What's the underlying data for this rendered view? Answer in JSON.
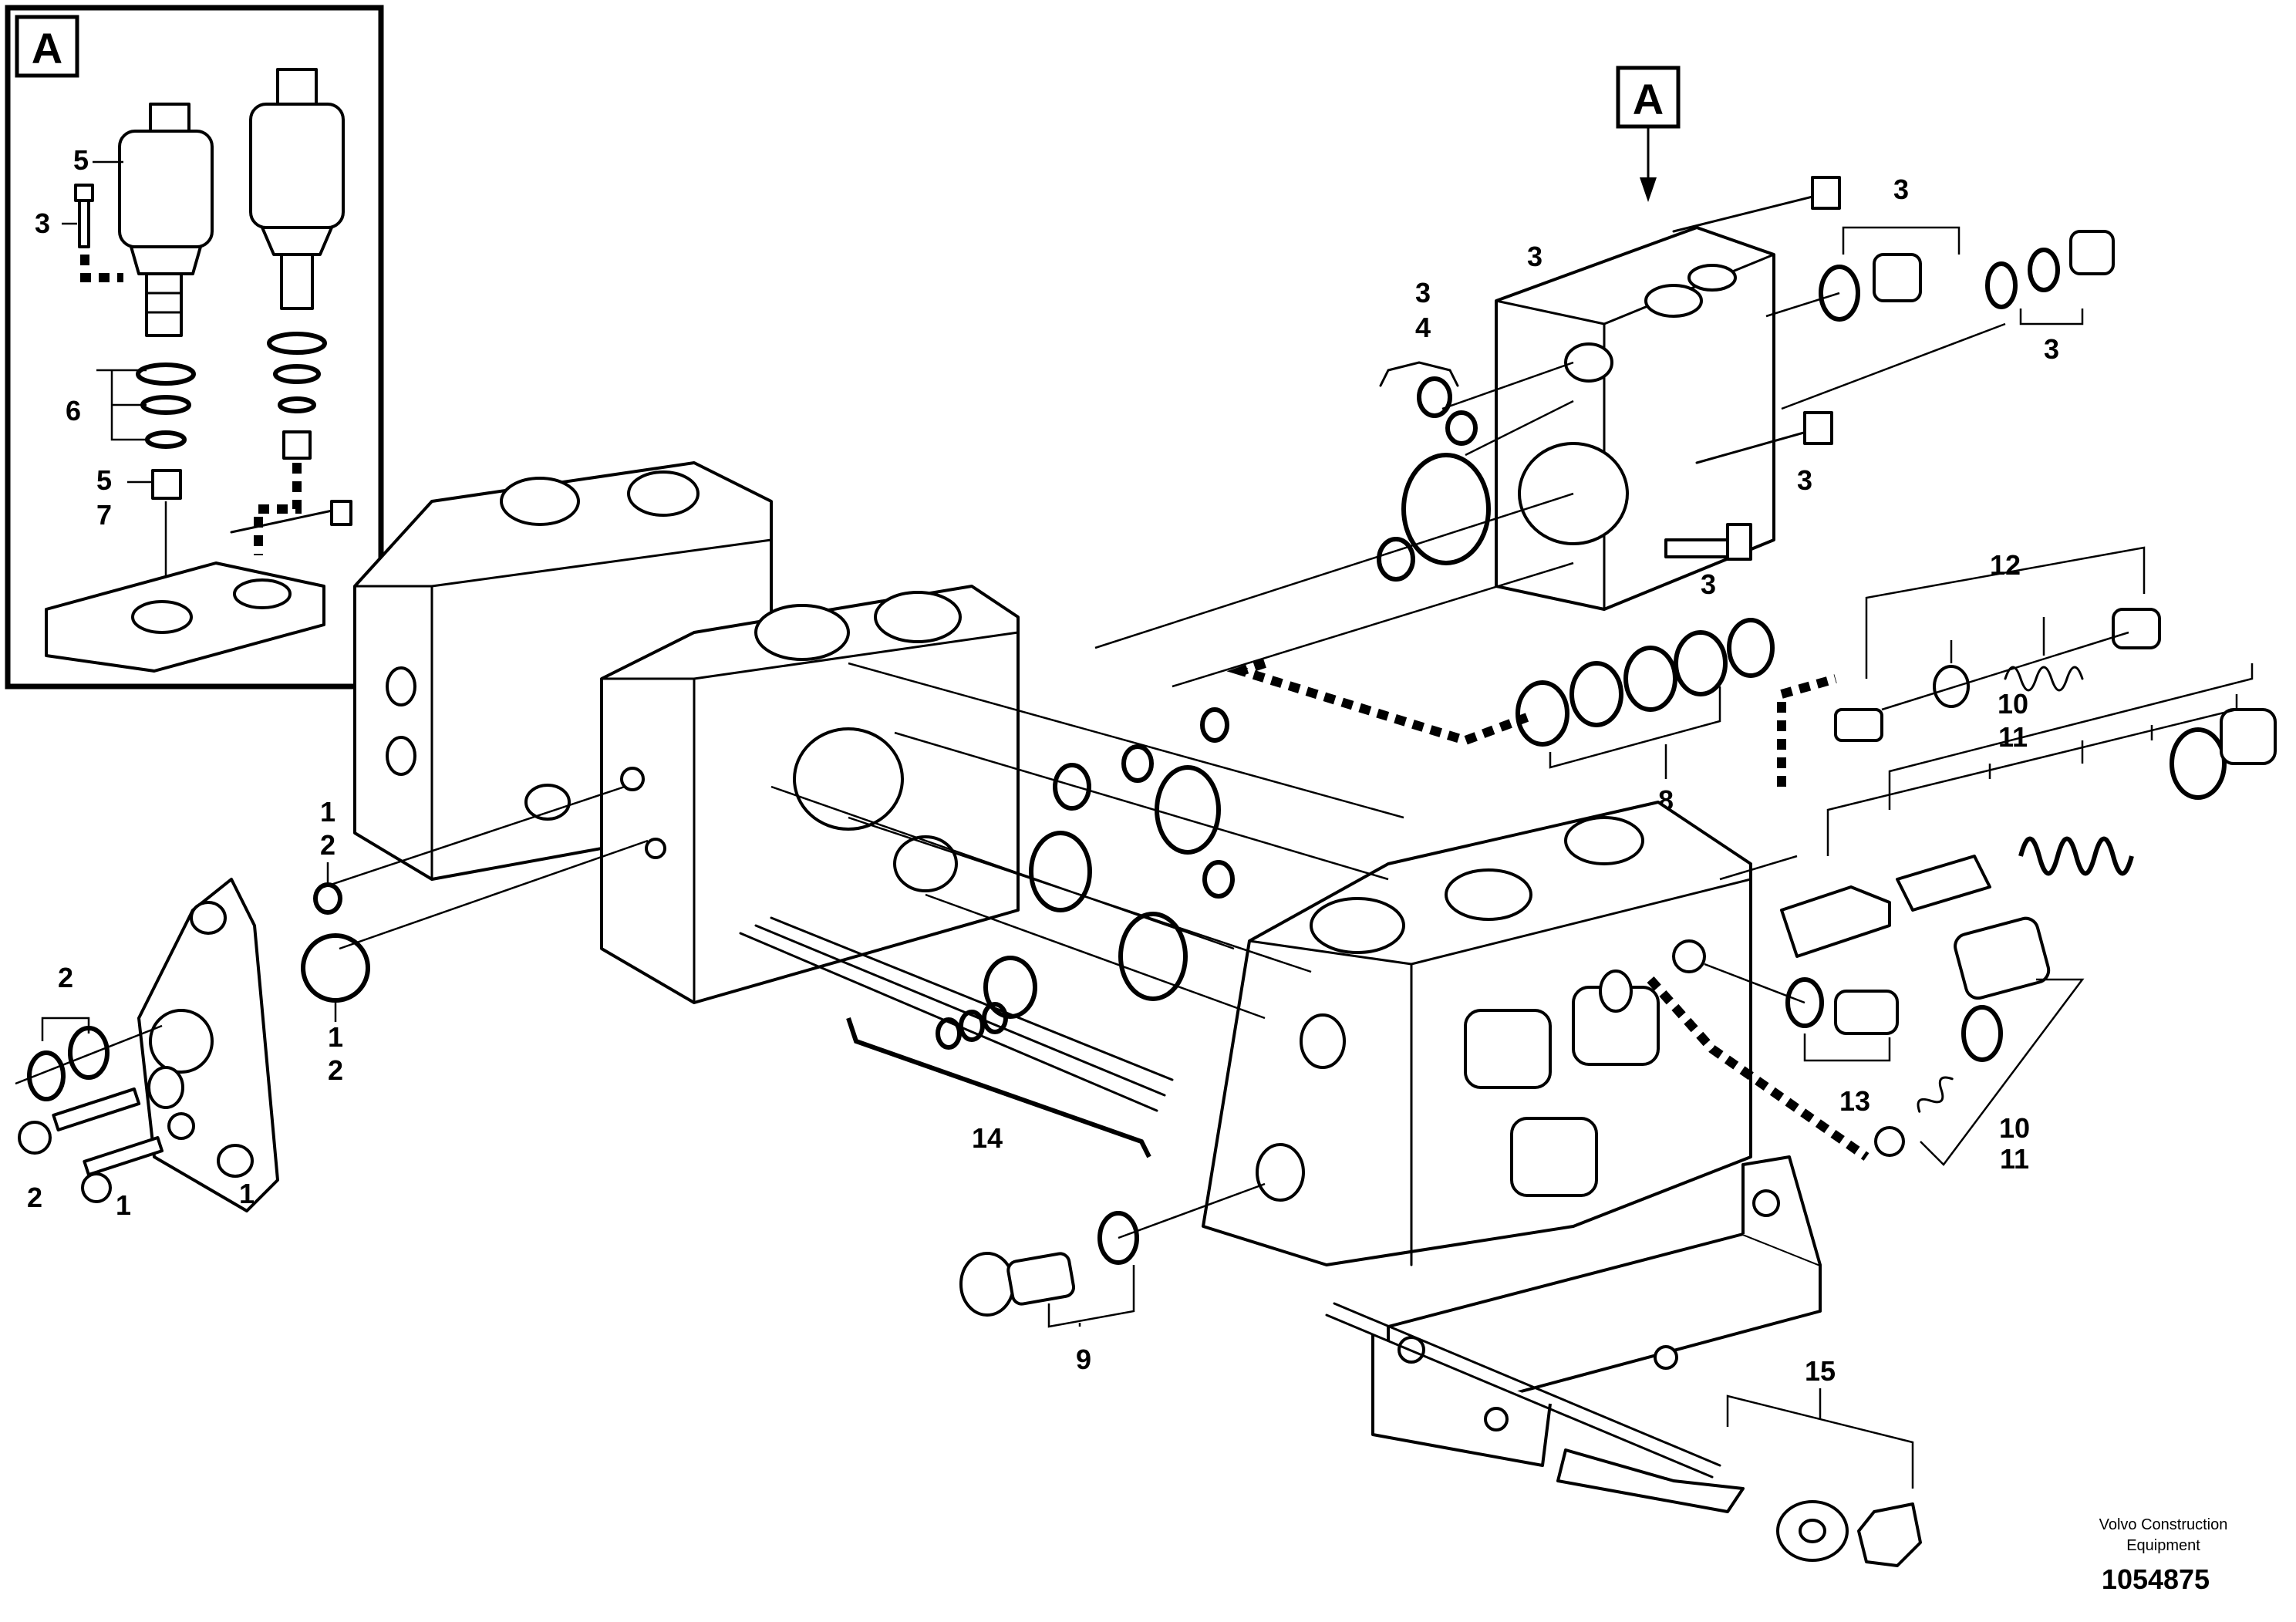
{
  "view_refs": {
    "inset": "A",
    "main": "A"
  },
  "callouts": {
    "c5a": "5",
    "c3a": "3",
    "c6": "6",
    "c5b": "5",
    "c7": "7",
    "c3_left": "3",
    "c4": "4",
    "c3_top": "3",
    "c3_topright": "3",
    "c3_right": "3",
    "c3_mid": "3",
    "c3_lower": "3",
    "c12": "12",
    "c10a": "10",
    "c11a": "11",
    "c8": "8",
    "c1_ring": "1",
    "c2_ring": "2",
    "c1_ring2": "1",
    "c2_ring2": "2",
    "c2_cover": "2",
    "c2_nut": "2",
    "c1_bolt": "1",
    "c1_cover": "1",
    "c14": "14",
    "c13": "13",
    "c10b": "10",
    "c11b": "11",
    "c9": "9",
    "c15": "15"
  },
  "footer": {
    "maker_line1": "Volvo Construction",
    "maker_line2": "Equipment",
    "figure_number": "1054875"
  }
}
